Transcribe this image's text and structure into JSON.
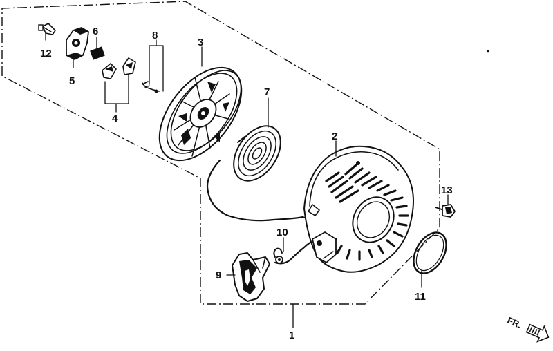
{
  "diagram": {
    "labels": {
      "p1": "1",
      "p2": "2",
      "p3": "3",
      "p4": "4",
      "p5": "5",
      "p6": "6",
      "p7": "7",
      "p8": "8",
      "p9": "9",
      "p10": "10",
      "p11": "11",
      "p12": "12",
      "p13": "13"
    },
    "direction_marker": "FR."
  }
}
